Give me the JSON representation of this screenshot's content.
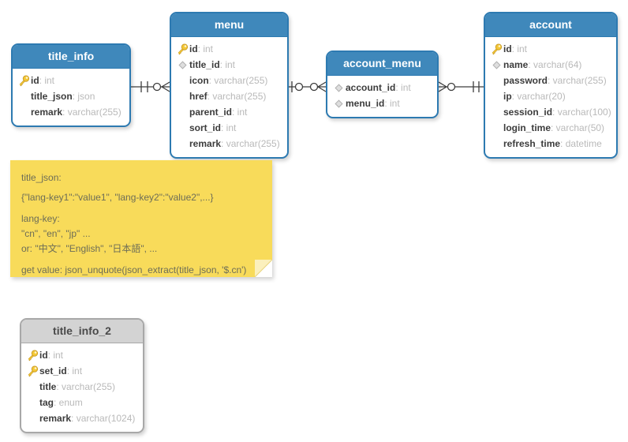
{
  "diagram": {
    "tables": [
      {
        "id": "title_info",
        "title": "title_info",
        "style": "blue",
        "fields": [
          {
            "icon": "key",
            "name": "id",
            "type": "int"
          },
          {
            "icon": "none",
            "name": "title_json",
            "type": "json"
          },
          {
            "icon": "none",
            "name": "remark",
            "type": "varchar(255)"
          }
        ]
      },
      {
        "id": "menu",
        "title": "menu",
        "style": "blue",
        "fields": [
          {
            "icon": "key",
            "name": "id",
            "type": "int"
          },
          {
            "icon": "diamond",
            "name": "title_id",
            "type": "int"
          },
          {
            "icon": "none",
            "name": "icon",
            "type": "varchar(255)"
          },
          {
            "icon": "none",
            "name": "href",
            "type": "varchar(255)"
          },
          {
            "icon": "none",
            "name": "parent_id",
            "type": "int"
          },
          {
            "icon": "none",
            "name": "sort_id",
            "type": "int"
          },
          {
            "icon": "none",
            "name": "remark",
            "type": "varchar(255)"
          }
        ]
      },
      {
        "id": "account_menu",
        "title": "account_menu",
        "style": "blue",
        "fields": [
          {
            "icon": "diamond",
            "name": "account_id",
            "type": "int"
          },
          {
            "icon": "diamond",
            "name": "menu_id",
            "type": "int"
          }
        ]
      },
      {
        "id": "account",
        "title": "account",
        "style": "blue",
        "fields": [
          {
            "icon": "key",
            "name": "id",
            "type": "int"
          },
          {
            "icon": "diamond",
            "name": "name",
            "type": "varchar(64)"
          },
          {
            "icon": "none",
            "name": "password",
            "type": "varchar(255)"
          },
          {
            "icon": "none",
            "name": "ip",
            "type": "varchar(20)"
          },
          {
            "icon": "none",
            "name": "session_id",
            "type": "varchar(100)"
          },
          {
            "icon": "none",
            "name": "login_time",
            "type": "varchar(50)"
          },
          {
            "icon": "none",
            "name": "refresh_time",
            "type": "datetime"
          }
        ]
      },
      {
        "id": "title_info_2",
        "title": "title_info_2",
        "style": "gray",
        "fields": [
          {
            "icon": "key",
            "name": "id",
            "type": "int"
          },
          {
            "icon": "key",
            "name": "set_id",
            "type": "int"
          },
          {
            "icon": "none",
            "name": "title",
            "type": "varchar(255)"
          },
          {
            "icon": "none",
            "name": "tag",
            "type": "enum"
          },
          {
            "icon": "none",
            "name": "remark",
            "type": "varchar(1024)"
          }
        ]
      }
    ],
    "relationships": [
      {
        "from_table": "title_info",
        "to_table": "menu",
        "from_cardinality": "exactly-one",
        "to_cardinality": "zero-or-many"
      },
      {
        "from_table": "menu",
        "to_table": "account_menu",
        "from_cardinality": "zero-or-one",
        "to_cardinality": "zero-or-many"
      },
      {
        "from_table": "account_menu",
        "to_table": "account",
        "from_cardinality": "zero-or-many",
        "to_cardinality": "exactly-one"
      }
    ],
    "note": {
      "lines": [
        "title_json:",
        "{\"lang-key1\":\"value1\", \"lang-key2\":\"value2\",...}",
        "lang-key:",
        "\"cn\", \"en\", \"jp\" ...",
        "or: \"中文\", \"English\", \"日本語\", ...",
        "get value: json_unquote(json_extract(title_json, '$.cn')"
      ]
    },
    "colors": {
      "header_blue": "#3f88bb",
      "border_blue": "#2d7ab1",
      "header_gray": "#d3d3d3",
      "border_gray": "#a8a8a8",
      "note_bg": "#f8db5a",
      "note_text": "#6d6d57",
      "field_name": "#3c3c3c",
      "field_type": "#b9b9b9",
      "key_icon": "#f4c836",
      "diamond_icon": "#dedede",
      "connector": "#3d3d3d"
    }
  }
}
